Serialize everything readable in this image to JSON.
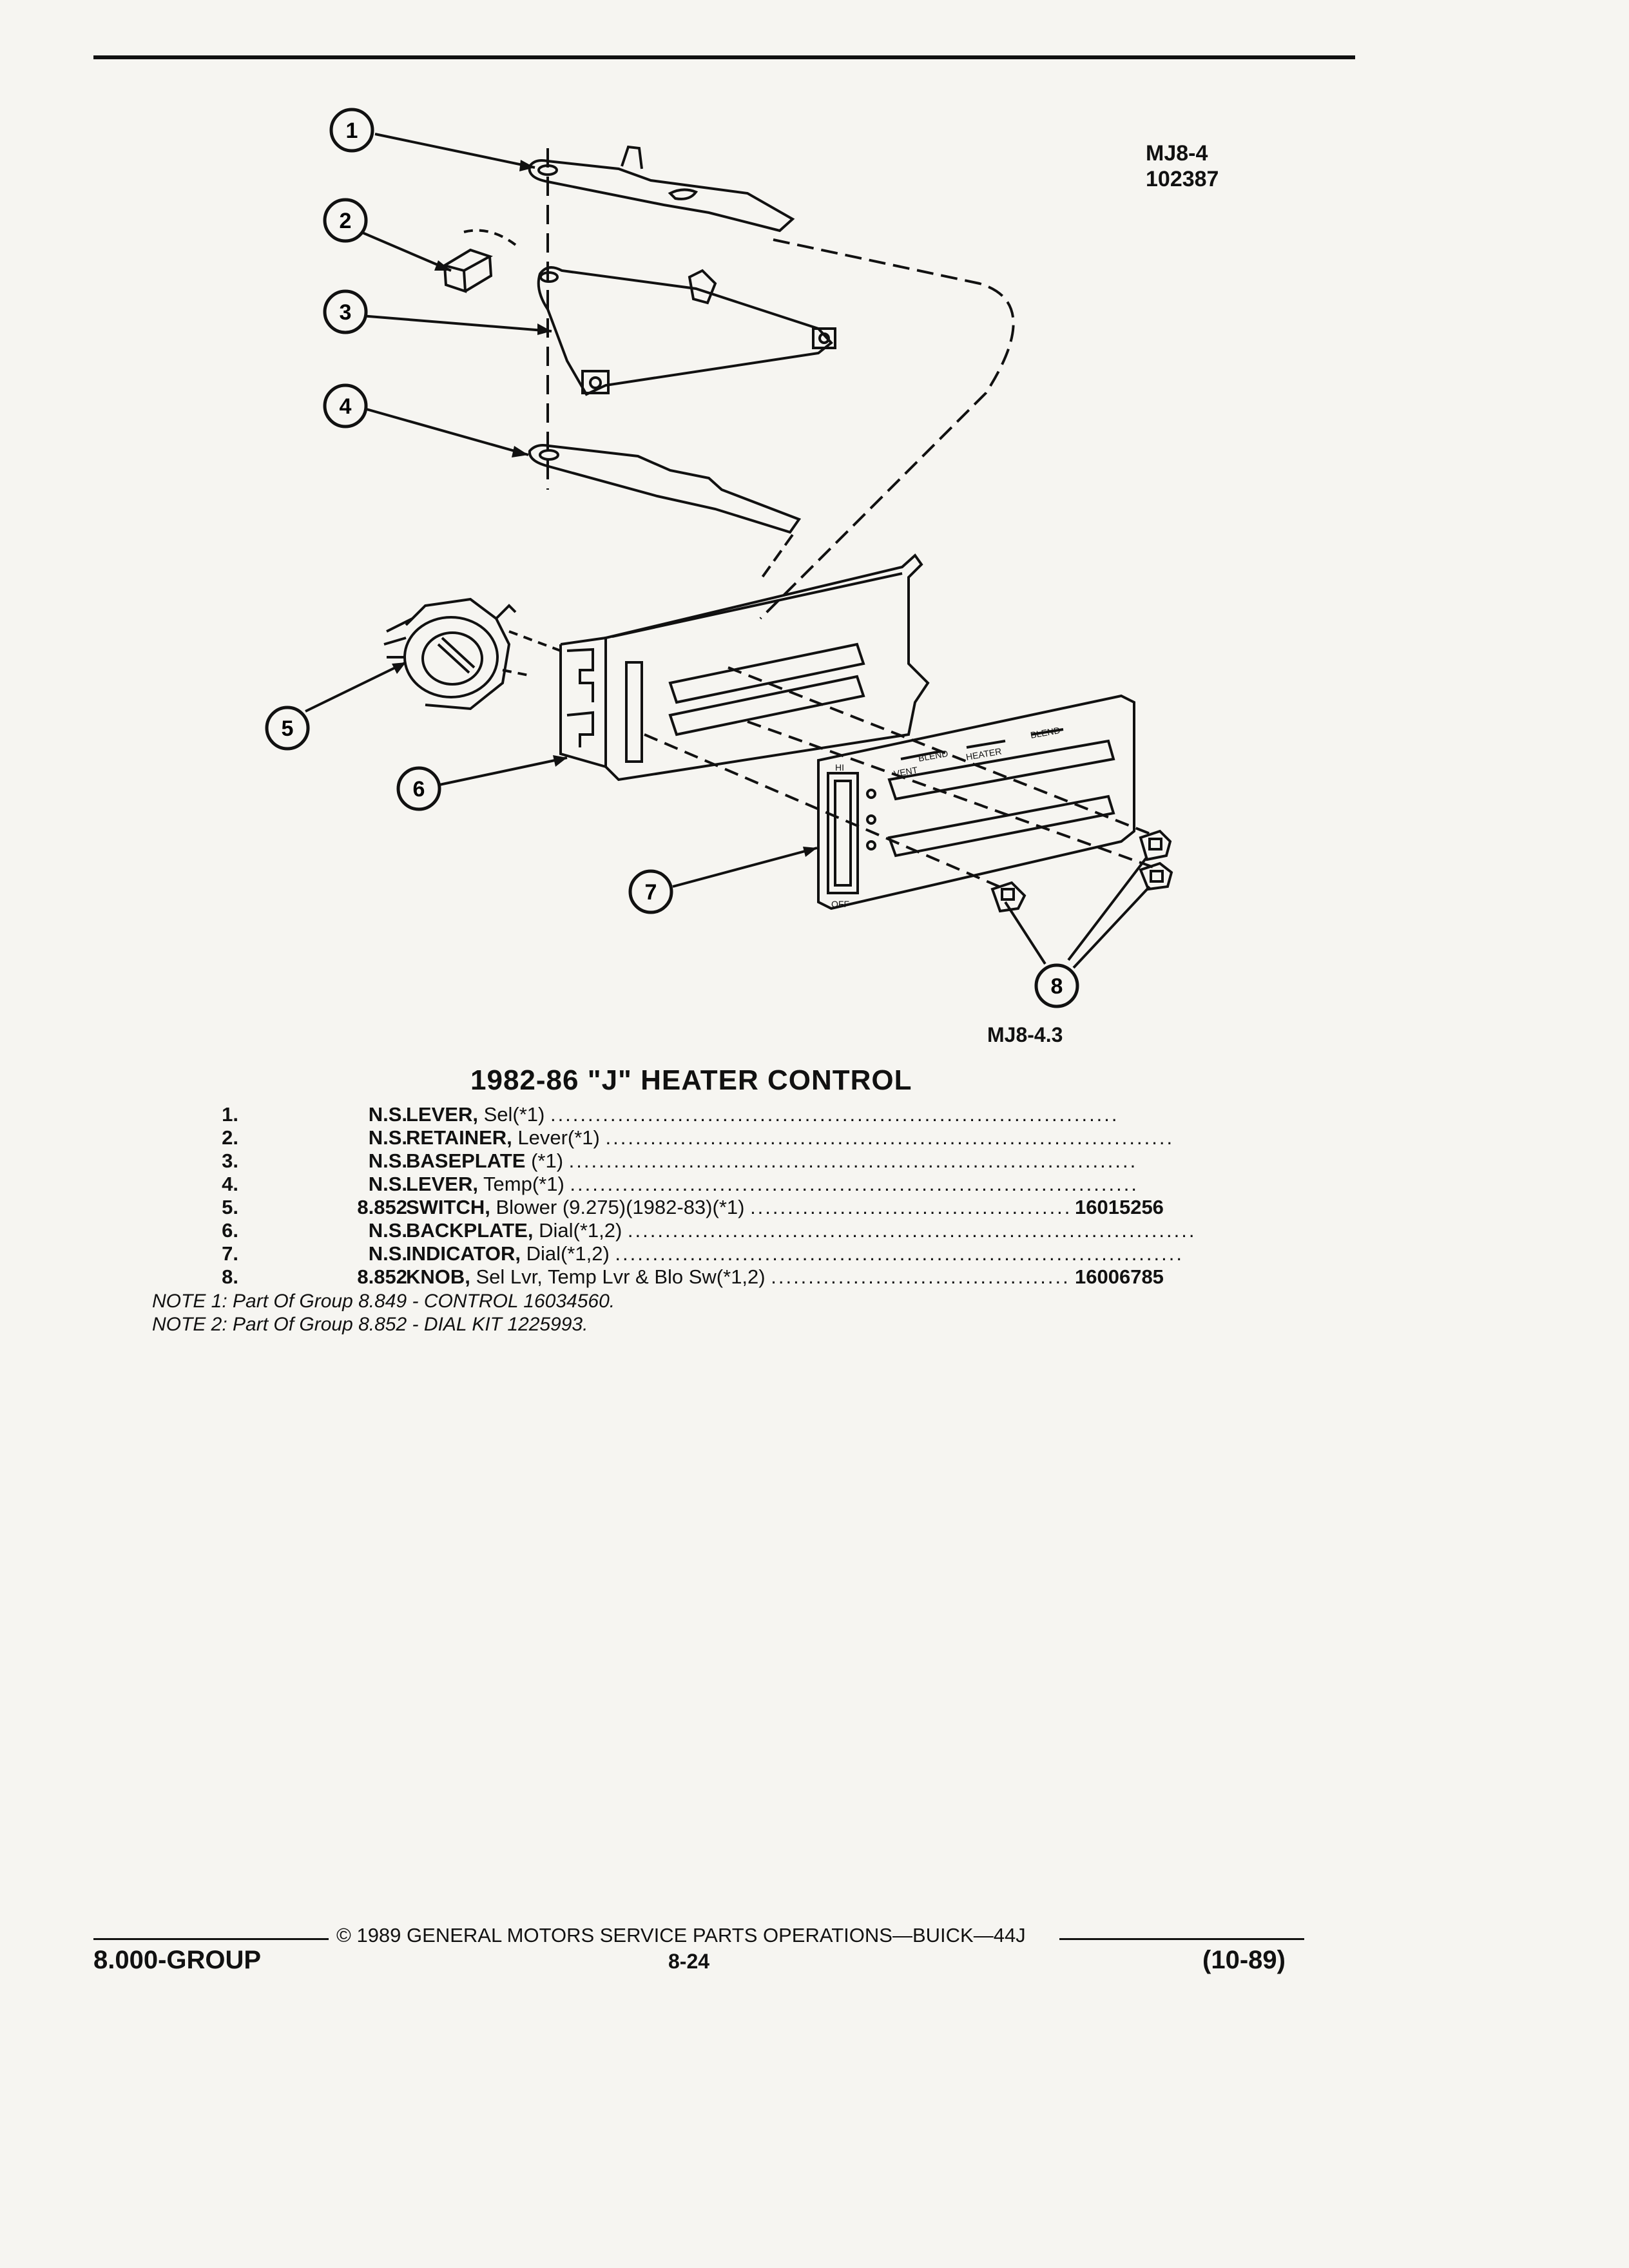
{
  "header": {
    "ref_code_line1": "MJ8-4",
    "ref_code_line2": "102387"
  },
  "figure": {
    "callouts": [
      "1",
      "2",
      "3",
      "4",
      "5",
      "6",
      "7",
      "8"
    ],
    "caption": "MJ8-4.3",
    "dial_labels": {
      "hi": "HI",
      "off": "OFF",
      "vent": "VENT",
      "blend_left": "BLEND",
      "heater": "HEATER",
      "blend_right": "BLEND"
    }
  },
  "document": {
    "title": "1982-86 \"J\" HEATER CONTROL"
  },
  "parts": [
    {
      "num": "1.",
      "group": "N.S.",
      "name": "LEVER,",
      "detail": " Sel(*1) ",
      "part_no": ""
    },
    {
      "num": "2.",
      "group": "N.S.",
      "name": "RETAINER,",
      "detail": " Lever(*1) ",
      "part_no": ""
    },
    {
      "num": "3.",
      "group": "N.S.",
      "name": "BASEPLATE",
      "detail": " (*1) ",
      "part_no": ""
    },
    {
      "num": "4.",
      "group": "N.S.",
      "name": "LEVER,",
      "detail": " Temp(*1) ",
      "part_no": ""
    },
    {
      "num": "5.",
      "group": "8.852",
      "name": "SWITCH,",
      "detail": " Blower (9.275)(1982-83)(*1) ",
      "part_no": "16015256"
    },
    {
      "num": "6.",
      "group": "N.S.",
      "name": "BACKPLATE,",
      "detail": " Dial(*1,2) ",
      "part_no": ""
    },
    {
      "num": "7.",
      "group": "N.S.",
      "name": "INDICATOR,",
      "detail": " Dial(*1,2) ",
      "part_no": ""
    },
    {
      "num": "8.",
      "group": "8.852",
      "name": "KNOB,",
      "detail": " Sel Lvr, Temp Lvr & Blo Sw(*1,2) ",
      "part_no": "16006785"
    }
  ],
  "notes": [
    "NOTE 1: Part Of Group 8.849 - CONTROL 16034560.",
    "NOTE 2: Part Of Group 8.852 - DIAL KIT 1225993."
  ],
  "footer": {
    "copyright": "© 1989 GENERAL MOTORS SERVICE PARTS OPERATIONS—BUICK—44J",
    "group": "8.000-GROUP",
    "page": "8-24",
    "date": "(10-89)"
  }
}
